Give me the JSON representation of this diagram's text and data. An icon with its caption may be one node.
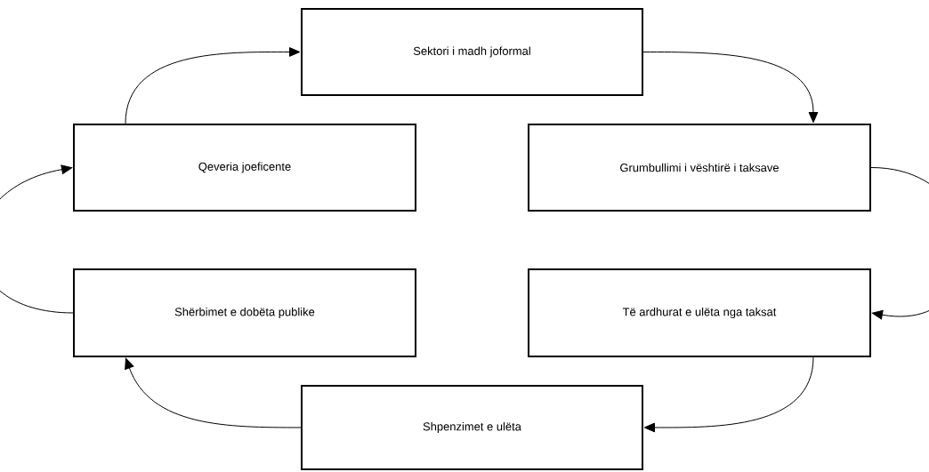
{
  "diagram": {
    "nodes": [
      {
        "text": [
          "Sektori i madh joformal"
        ]
      },
      {
        "text": [
          "Qeveria joeficente"
        ]
      },
      {
        "text": [
          "Grumbullimi i vështirë i taksave"
        ]
      },
      {
        "text": [
          "Shërbimet e dobëta publike"
        ]
      },
      {
        "text": [
          "Të ardhurat e ulëta nga taksat"
        ]
      },
      {
        "text": [
          "Shpenzimet e ulëta"
        ]
      }
    ],
    "edges": [
      {
        "from": 1,
        "to": 0,
        "arrow": "to"
      },
      {
        "from": 0,
        "to": 2,
        "arrow": "to"
      },
      {
        "from": 2,
        "to": 4,
        "arrow": "to"
      },
      {
        "from": 4,
        "to": 5,
        "arrow": "to"
      },
      {
        "from": 5,
        "to": 3,
        "arrow": "to"
      },
      {
        "from": 3,
        "to": 1,
        "arrow": "to"
      }
    ]
  }
}
